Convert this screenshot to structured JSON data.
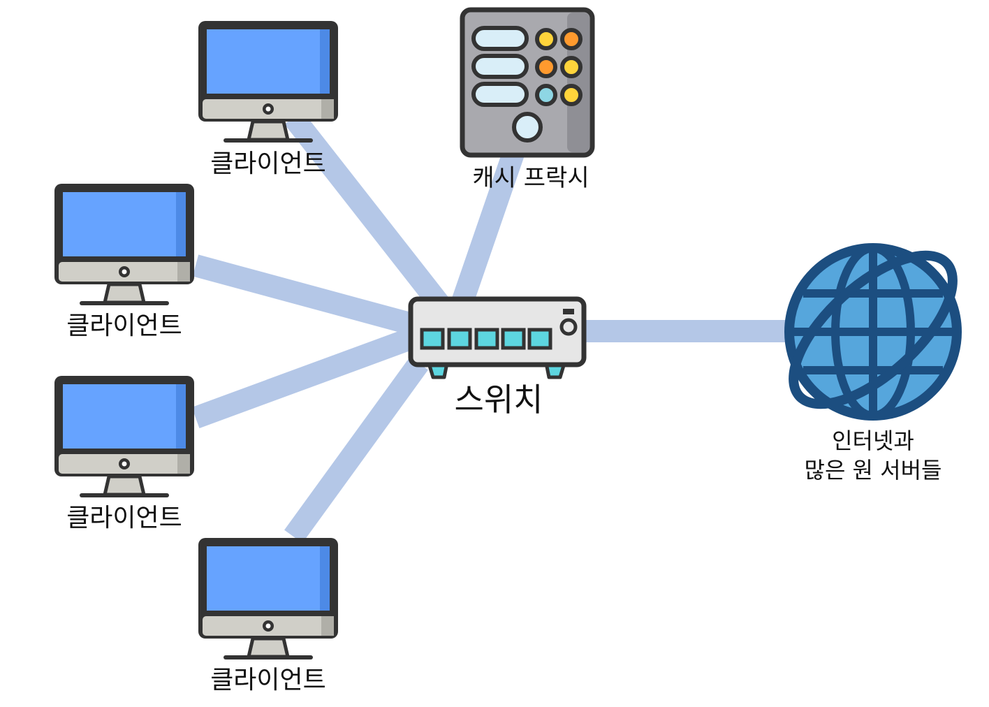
{
  "nodes": {
    "switch": {
      "label": "스위치"
    },
    "cache_proxy": {
      "label": "캐시 프락시"
    },
    "internet": {
      "label_line1": "인터넷과",
      "label_line2": "많은 원 서버들"
    },
    "clients": [
      {
        "label": "클라이언트"
      },
      {
        "label": "클라이언트"
      },
      {
        "label": "클라이언트"
      },
      {
        "label": "클라이언트"
      }
    ]
  },
  "icons": {
    "client": "desktop-computer-icon",
    "cache_proxy": "server-icon",
    "switch": "network-switch-icon",
    "internet": "globe-icon"
  },
  "colors": {
    "connector": "#b4c7e7",
    "outline": "#333333",
    "screen": "#66a3ff",
    "monitor_base": "#d0cfc8",
    "server_body": "#a9a9ae",
    "switch_body": "#e6e6e6",
    "switch_port": "#5dd6e0",
    "globe_fill": "#56a6dc",
    "globe_outline": "#1c4e80",
    "led_yellow": "#ffd43b",
    "led_orange": "#ff9a2e",
    "led_cyan": "#8ed6e4"
  }
}
